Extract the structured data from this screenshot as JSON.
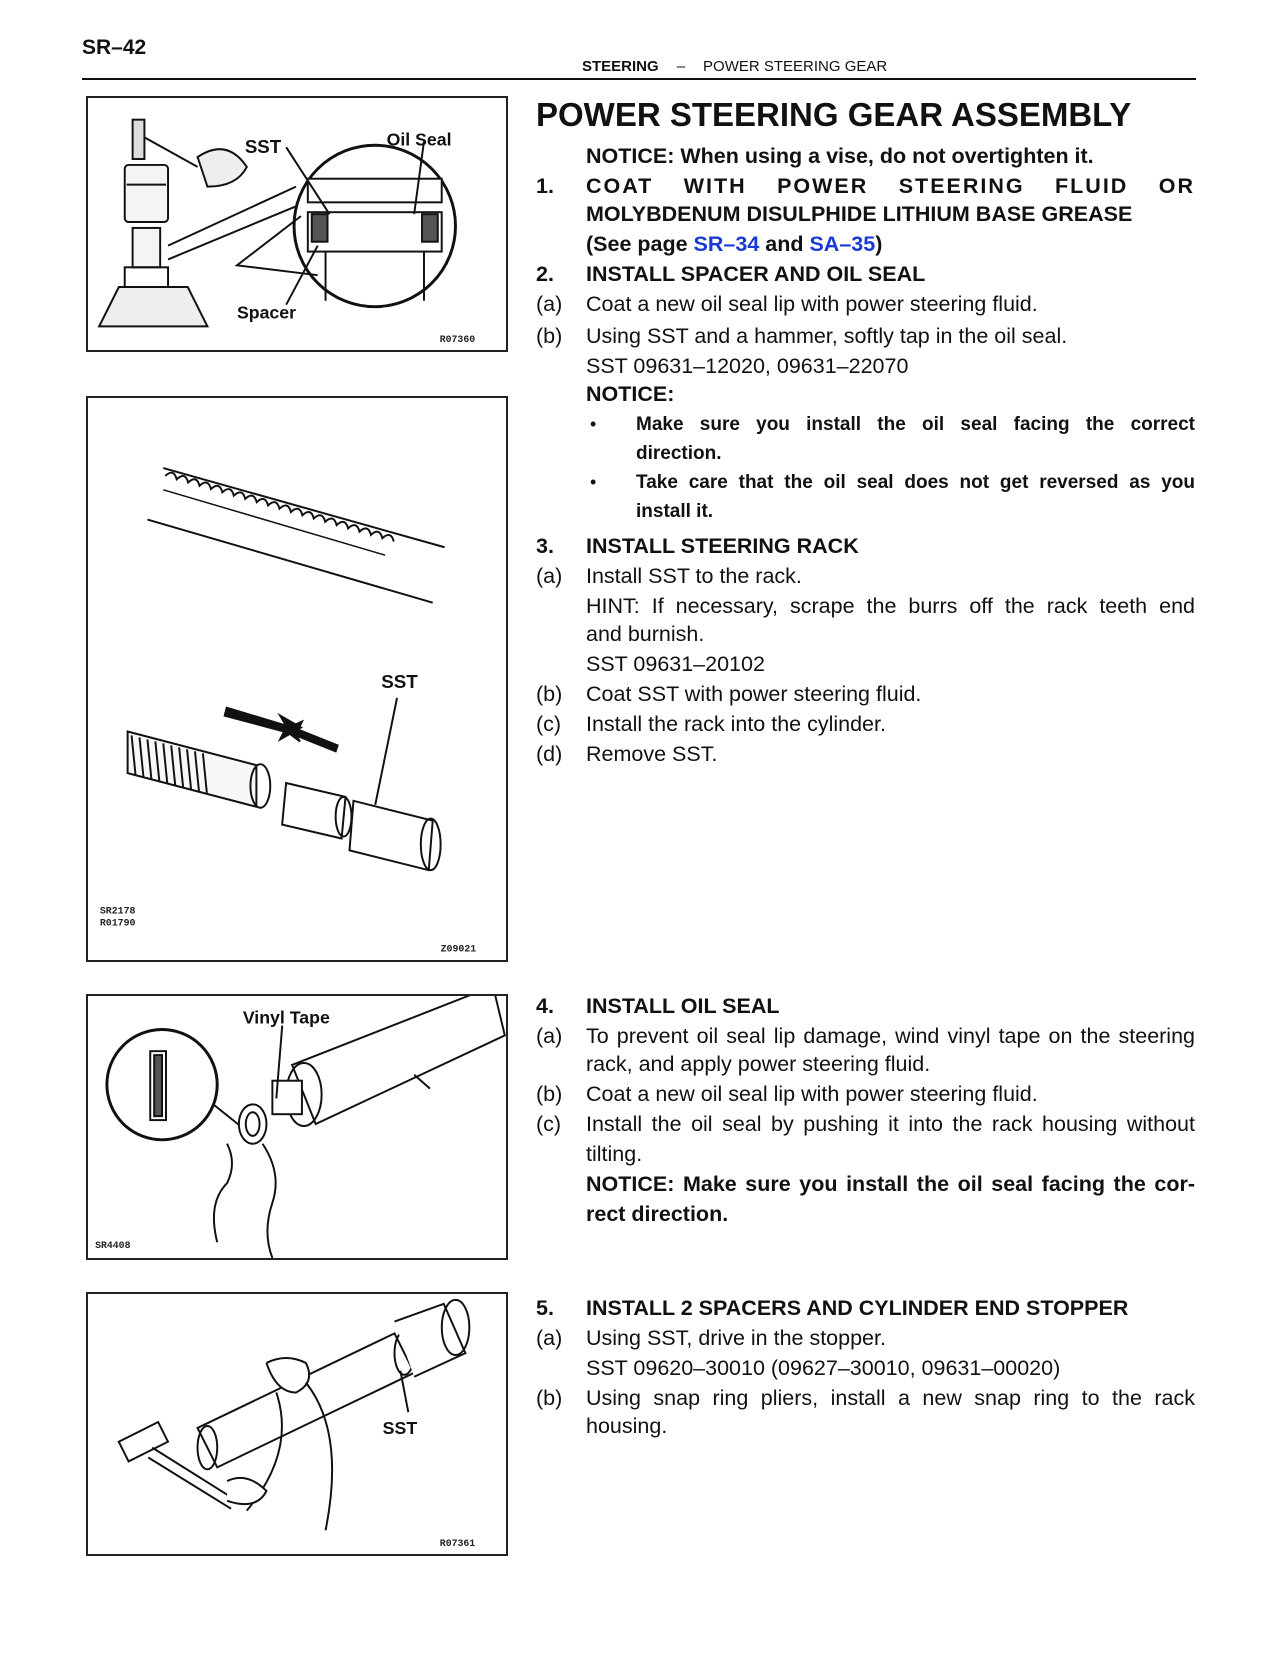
{
  "page": {
    "id": "SR–42",
    "section": "STEERING",
    "separator": "–",
    "subsection": "POWER STEERING GEAR"
  },
  "title": "POWER STEERING GEAR ASSEMBLY",
  "notice_top": "NOTICE: When using a vise, do not overtighten it.",
  "step1": {
    "num": "1.",
    "line1": "COAT WITH POWER STEERING FLUID OR",
    "line2": "MOLYBDENUM DISULPHIDE LITHIUM BASE GREASE",
    "see_prefix": "(See page ",
    "link1": "SR–34",
    "and": " and ",
    "link2": "SA–35",
    "see_suffix": ")"
  },
  "step2": {
    "num": "2.",
    "heading": "INSTALL SPACER AND OIL SEAL",
    "a_label": "(a)",
    "a_text": "Coat a new oil seal lip with power steering fluid.",
    "b_label": "(b)",
    "b_text": "Using SST and a hammer, softly tap in the oil seal.",
    "sst": "SST 09631–12020, 09631–22070",
    "notice": "NOTICE:",
    "bullet": "•",
    "bullet1_l1": "Make sure you install the oil seal facing the correct",
    "bullet1_l2": "direction.",
    "bullet2_l1": "Take care that the oil seal does not get reversed as you",
    "bullet2_l2": "install it."
  },
  "step3": {
    "num": "3.",
    "heading": "INSTALL STEERING RACK",
    "a_label": "(a)",
    "a_text": "Install SST to the rack.",
    "hint_l1": "HINT: If necessary, scrape the burrs off the rack teeth end",
    "hint_l2": "and burnish.",
    "sst": "SST 09631–20102",
    "b_label": "(b)",
    "b_text": "Coat SST with power steering fluid.",
    "c_label": "(c)",
    "c_text": "Install the rack into the cylinder.",
    "d_label": "(d)",
    "d_text": "Remove SST."
  },
  "step4": {
    "num": "4.",
    "heading": "INSTALL OIL SEAL",
    "a_label": "(a)",
    "a_l1": "To prevent oil seal lip damage, wind vinyl tape on the steering",
    "a_l2": "rack, and apply power steering fluid.",
    "b_label": "(b)",
    "b_text": "Coat a new oil seal lip with power steering fluid.",
    "c_label": "(c)",
    "c_l1": "Install the oil seal by pushing it into the rack housing without",
    "c_l2": "tilting.",
    "notice_l1": "NOTICE: Make sure you install the oil seal facing the cor-",
    "notice_l2": "rect direction."
  },
  "step5": {
    "num": "5.",
    "heading": "INSTALL 2 SPACERS AND CYLINDER END STOPPER",
    "a_label": "(a)",
    "a_text": "Using SST, drive in the stopper.",
    "sst": "SST 09620–30010 (09627–30010, 09631–00020)",
    "b_label": "(b)",
    "b_l1": "Using snap ring pliers, install a new snap ring to the rack",
    "b_l2": "housing."
  },
  "figures": {
    "fig1": {
      "label_sst": "SST",
      "label_oil_seal": "Oil Seal",
      "label_spacer": "Spacer",
      "code": "R07360"
    },
    "fig2": {
      "label_sst": "SST",
      "code1": "SR2178",
      "code2": "R01790",
      "code": "Z09021"
    },
    "fig3": {
      "label_tape": "Vinyl Tape",
      "code": "SR4408"
    },
    "fig4": {
      "label_sst": "SST",
      "code": "R07361"
    }
  }
}
